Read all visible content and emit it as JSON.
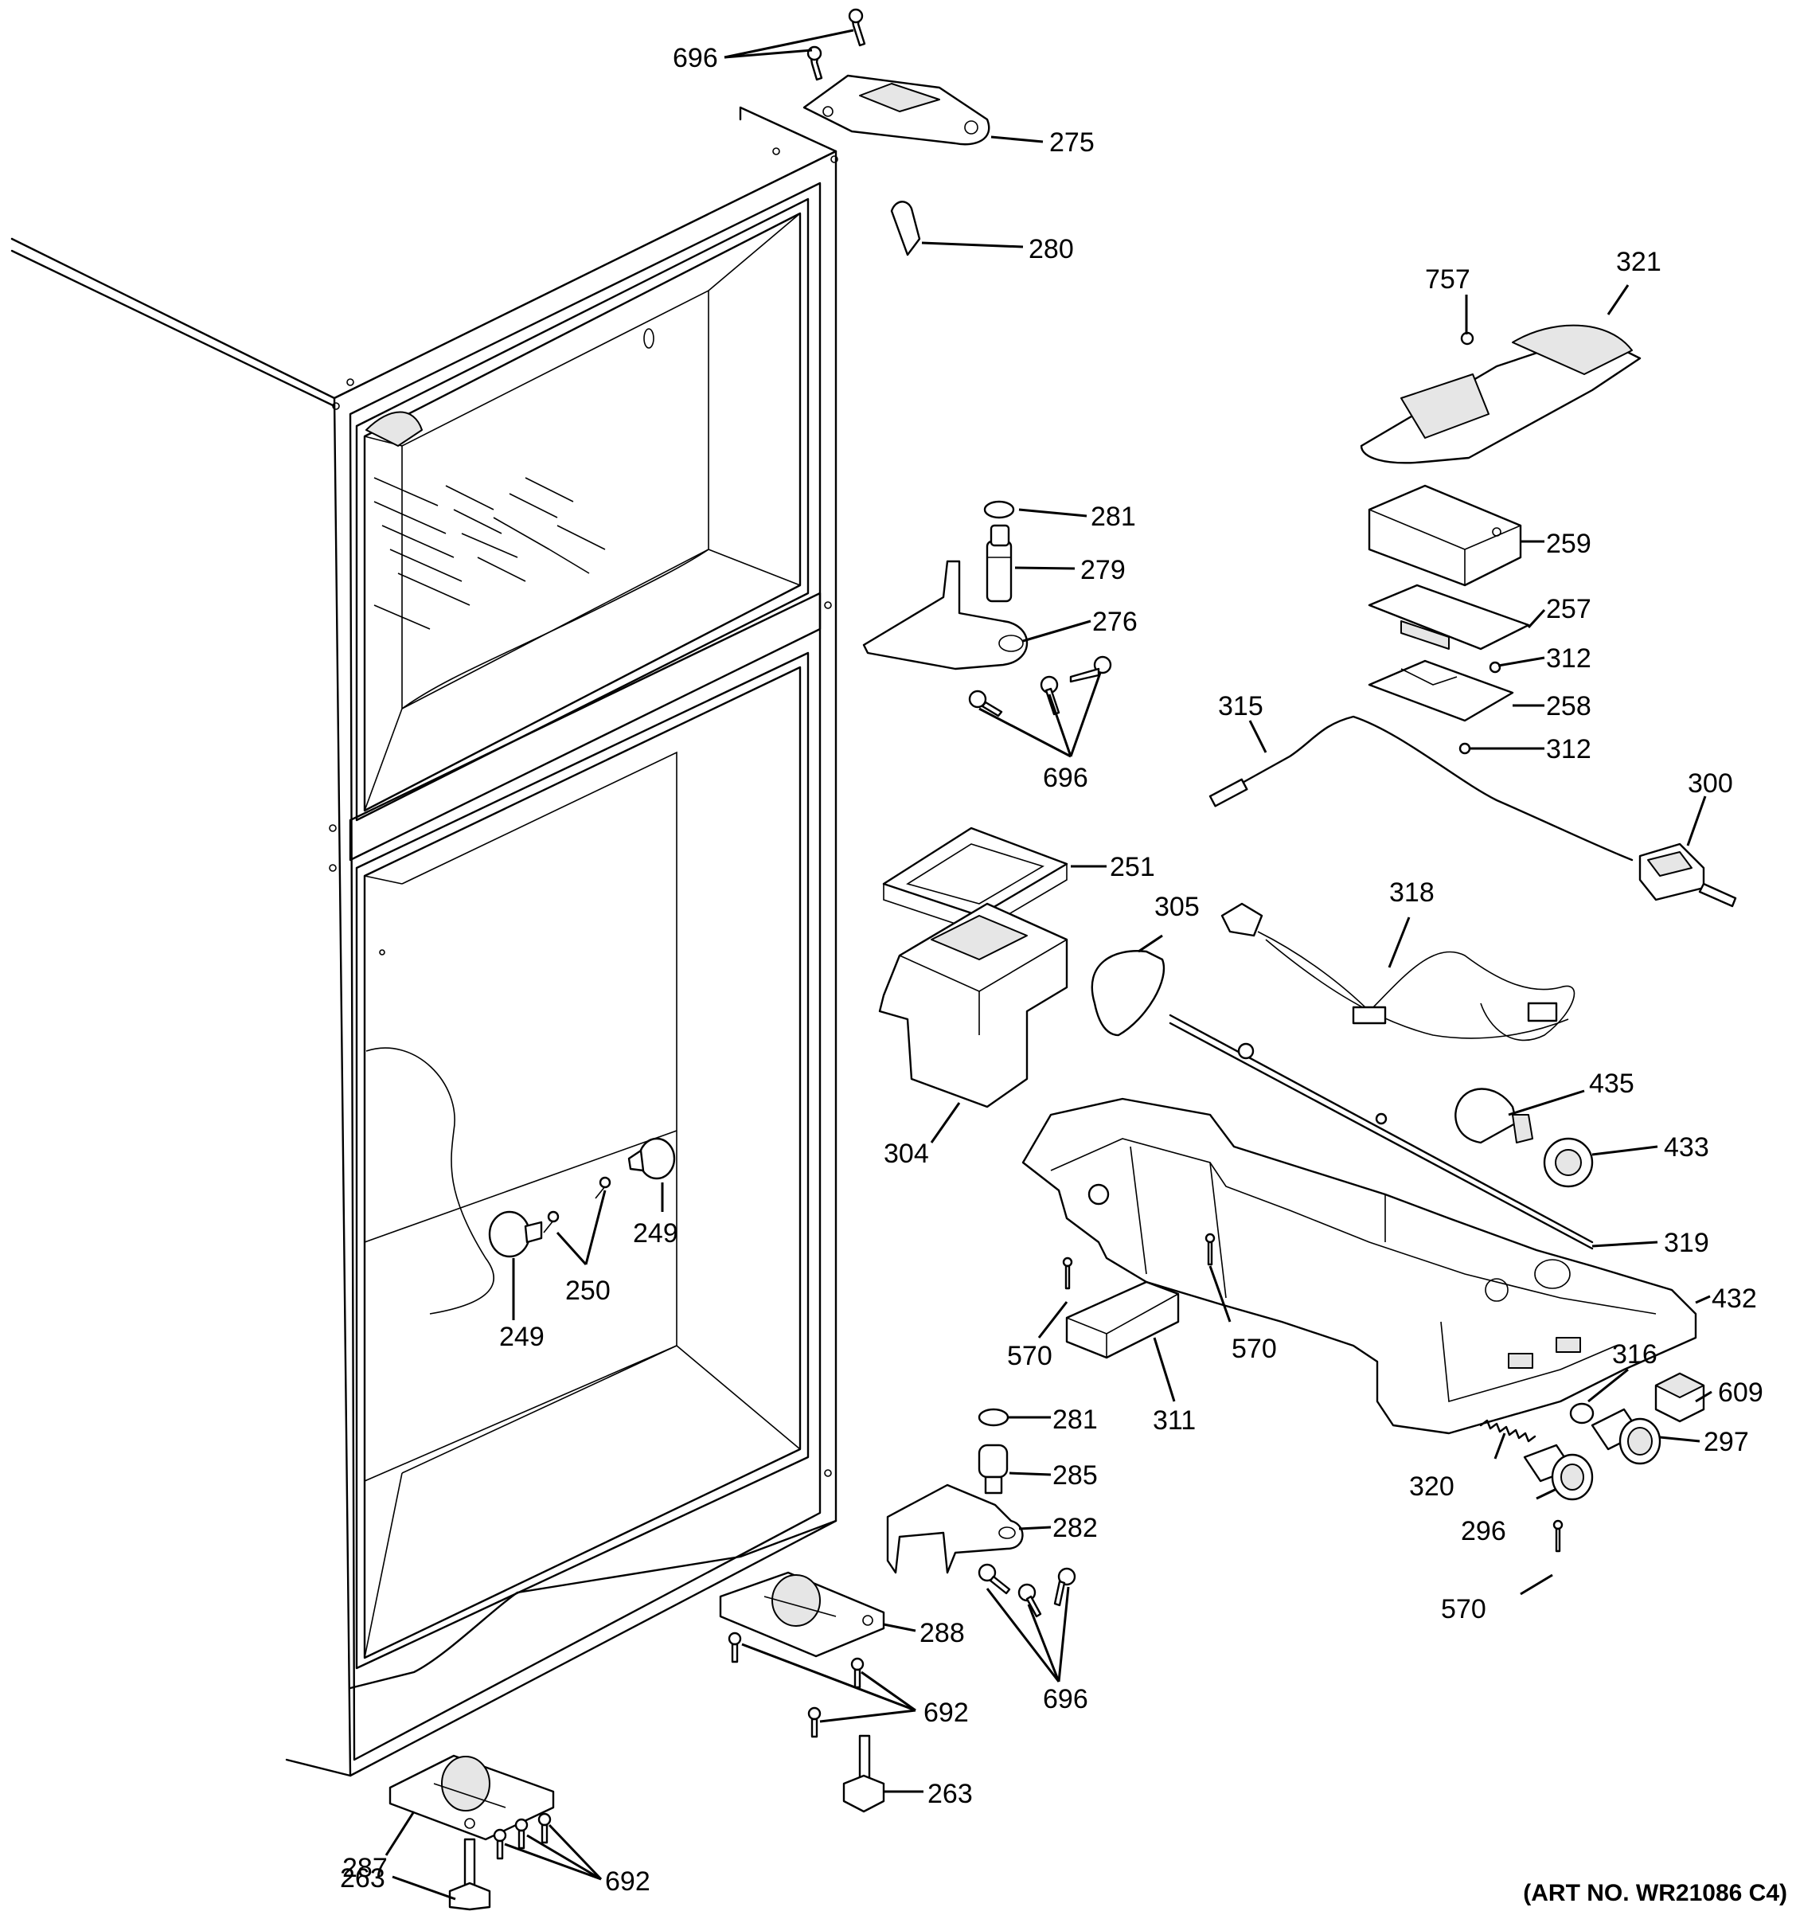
{
  "art_number": "(ART NO. WR21086 C4)",
  "callouts": {
    "c696a": "696",
    "c275": "275",
    "c280": "280",
    "c321": "321",
    "c757": "757",
    "c281a": "281",
    "c279": "279",
    "c276": "276",
    "c696b": "696",
    "c259": "259",
    "c257": "257",
    "c312a": "312",
    "c315": "315",
    "c258": "258",
    "c312b": "312",
    "c300": "300",
    "c251": "251",
    "c305": "305",
    "c318": "318",
    "c304": "304",
    "c435": "435",
    "c433": "433",
    "c319": "319",
    "c249a": "249",
    "c250": "250",
    "c249b": "249",
    "c432": "432",
    "c570a": "570",
    "c570b": "570",
    "c311": "311",
    "c316": "316",
    "c609": "609",
    "c297": "297",
    "c281b": "281",
    "c285": "285",
    "c282": "282",
    "c320": "320",
    "c296": "296",
    "c570c": "570",
    "c288": "288",
    "c696c": "696",
    "c692a": "692",
    "c263a": "263",
    "c287": "287",
    "c692b": "692",
    "c263b": "263"
  }
}
